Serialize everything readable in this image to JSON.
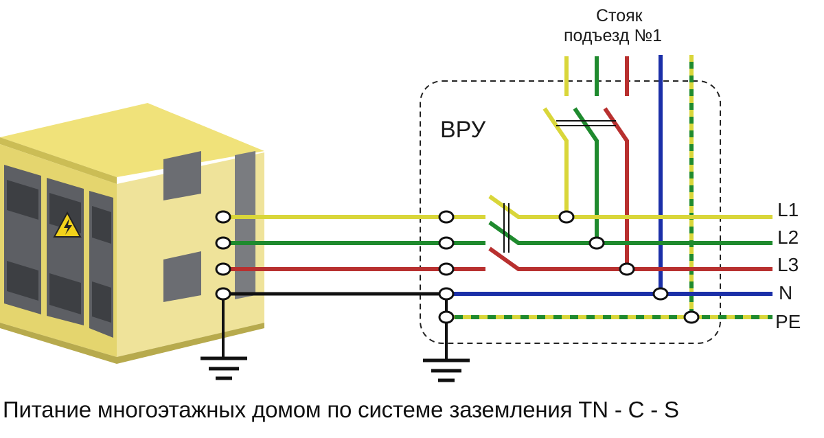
{
  "diagram": {
    "vru_label": "ВРУ",
    "riser_title_line1": "Стояк",
    "riser_title_line2": "подъезд №1",
    "line_labels": {
      "l1": "L1",
      "l2": "L2",
      "l3": "L3",
      "n": "N",
      "pe": "PE"
    },
    "caption": "Питание многоэтажных домом по системе заземления TN - C - S"
  },
  "colors": {
    "l1": "#d9d63a",
    "l2": "#1f8a2e",
    "l3": "#b8302f",
    "n": "#1b2fa8",
    "pen": "#111111",
    "pe_a": "#1f8a2e",
    "pe_b": "#d9d63a",
    "cabinet": "#e9dd7a",
    "panel": "#5f6166"
  },
  "icons": [
    "transformer-substation-icon",
    "high-voltage-warning-icon",
    "ground-symbol-icon"
  ]
}
